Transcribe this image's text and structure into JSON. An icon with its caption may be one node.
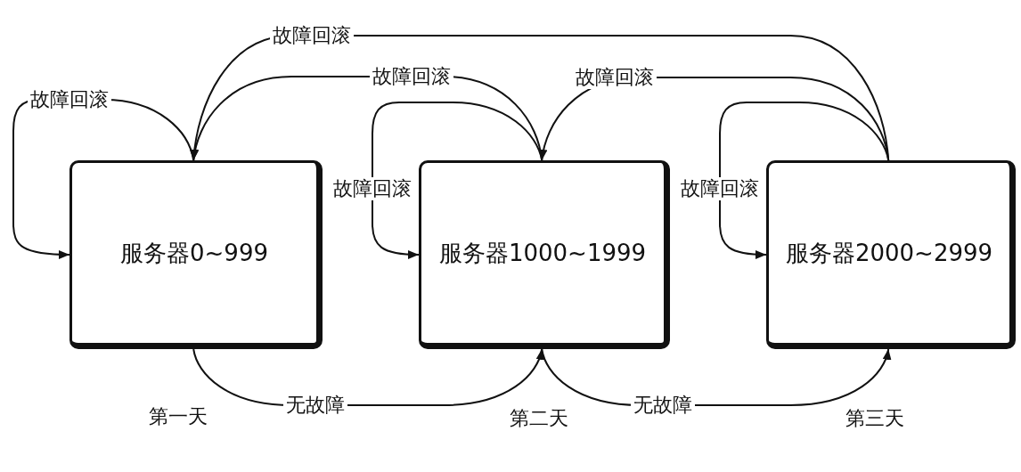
{
  "diagram": {
    "nodes": [
      {
        "text": [
          "服务器0~999"
        ],
        "beside": [
          "第一天"
        ]
      },
      {
        "text": [
          "服务器1000~1999"
        ],
        "beside": [
          "第二天"
        ]
      },
      {
        "text": [
          "服务器2000~2999"
        ],
        "beside": [
          "第三天"
        ]
      }
    ],
    "edges": [
      {
        "from": 2,
        "to": 0,
        "arrow": "to",
        "label": "故障回滚"
      },
      {
        "from": 1,
        "to": 0,
        "arrow": "to",
        "label": "故障回滚"
      },
      {
        "from": 2,
        "to": 1,
        "arrow": "to",
        "label": "故障回滚"
      },
      {
        "from": 0,
        "to": 0,
        "arrow": "to",
        "label": "故障回滚"
      },
      {
        "from": 1,
        "to": 1,
        "arrow": "to",
        "label": "故障回滚"
      },
      {
        "from": 2,
        "to": 2,
        "arrow": "to",
        "label": "故障回滚"
      },
      {
        "from": 0,
        "to": 1,
        "arrow": "to",
        "label": "无故障"
      },
      {
        "from": 1,
        "to": 2,
        "arrow": "to",
        "label": "无故障"
      }
    ]
  }
}
